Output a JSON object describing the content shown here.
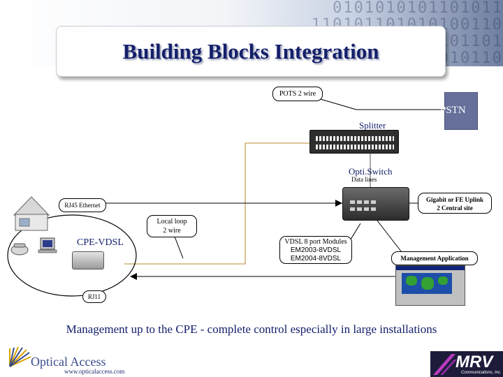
{
  "slide": {
    "title": "Building Blocks Integration",
    "caption": "Management up to the CPE - complete control especially in large installations"
  },
  "labels": {
    "pots": "POTS 2 wire",
    "pstn": "PSTN",
    "splitter": "Splitter",
    "optiswitch": "Opti.Switch",
    "data_lines": "Data lines",
    "uplink_line1": "Gigabit or FE Uplink",
    "uplink_line2": "2 Central site",
    "rj45": "RJ45 Ethernet",
    "local_loop_line1": "Local loop",
    "local_loop_line2": "2 wire",
    "cpe_vdsl": "CPE-VDSL",
    "vdsl_line1": "VDSL 8 port  Modules",
    "vdsl_line2": "EM2003-8VDSL",
    "vdsl_line3": "EM2004-8VDSL",
    "mgmt_app": "Management Application",
    "rj11": "RJ11"
  },
  "branding": {
    "company": "Optical Access",
    "url": "www.opticalaccess.com",
    "partner_logo": "MRV",
    "partner_sub": "Communications, Inc."
  },
  "colors": {
    "title": "#14206a",
    "wire_pots": "#c6a15a",
    "wire_data": "#555555",
    "pstn_box": "#66709a"
  },
  "icons": {
    "house": "house-icon",
    "phone": "telephone-icon",
    "pc": "computer-icon",
    "splitter": "splitter-device",
    "switch": "optiswitch-device",
    "cpe": "cpe-device",
    "management": "management-window"
  }
}
